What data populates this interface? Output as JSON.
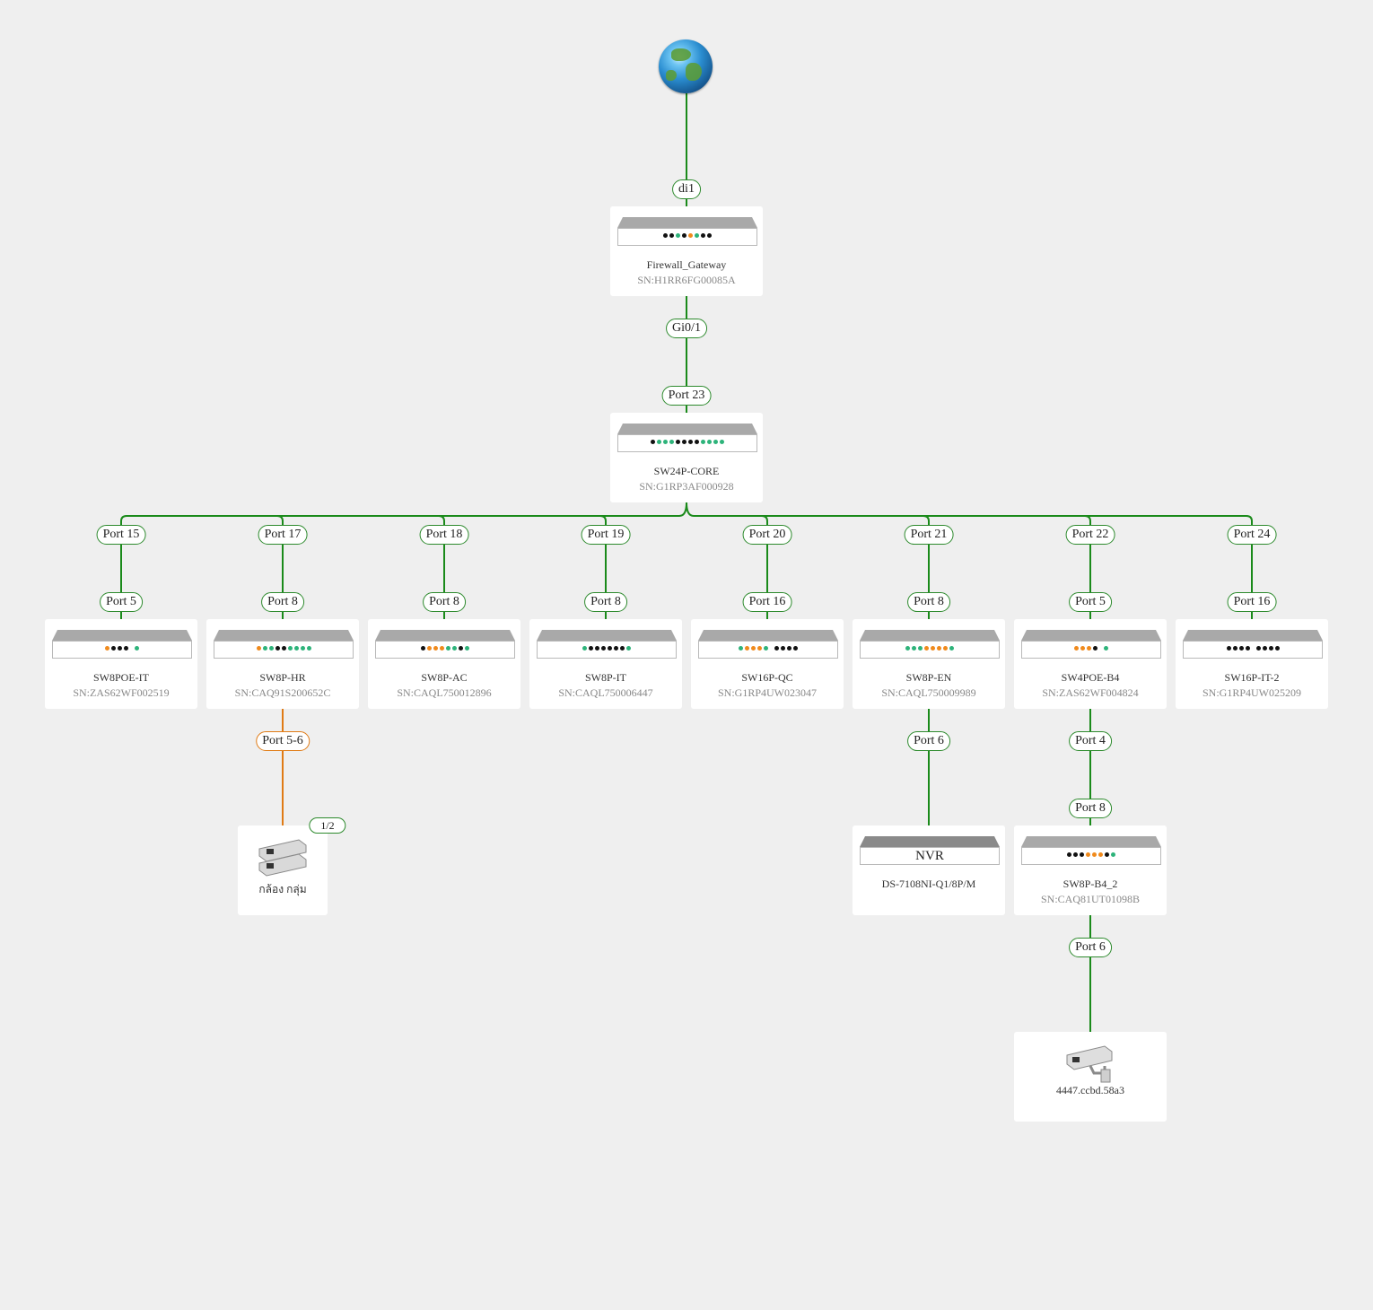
{
  "internet": {
    "icon": "globe-icon"
  },
  "colors": {
    "link": "#1a8a1a",
    "link_alt": "#e07b15",
    "green_led": "#2db37a",
    "orange_led": "#f08a1c",
    "black_led": "#111111"
  },
  "links": {
    "wan_label": "di1",
    "fw_down_label": "Gi0/1",
    "core_up_label": "Port 23",
    "branches": [
      {
        "up": "Port 15",
        "down": "Port 5"
      },
      {
        "up": "Port 17",
        "down": "Port 8"
      },
      {
        "up": "Port 18",
        "down": "Port 8"
      },
      {
        "up": "Port 19",
        "down": "Port 8"
      },
      {
        "up": "Port 20",
        "down": "Port 16"
      },
      {
        "up": "Port 21",
        "down": "Port 8"
      },
      {
        "up": "Port 22",
        "down": "Port 5"
      },
      {
        "up": "Port 24",
        "down": "Port 16"
      }
    ],
    "hr_camera_label": "Port 5-6",
    "en_nvr_label": "Port 6",
    "b4_down_label": "Port 4",
    "b4_2_up_label": "Port 8",
    "b4_2_down_label": "Port 6"
  },
  "devices": {
    "firewall": {
      "name": "Firewall_Gateway",
      "sn": "SN:H1RR6FG00085A",
      "leds": "kkgkogkk"
    },
    "core": {
      "name": "SW24P-CORE",
      "sn": "SN:G1RP3AF000928",
      "leds": "kgggkkkkgggg"
    },
    "access": [
      {
        "name": "SW8POE-IT",
        "sn": "SN:ZAS62WF002519",
        "leds": "okkk g"
      },
      {
        "name": "SW8P-HR",
        "sn": "SN:CAQ91S200652C",
        "leds": "oggkkgggg"
      },
      {
        "name": "SW8P-AC",
        "sn": "SN:CAQL750012896",
        "leds": "koooggkg"
      },
      {
        "name": "SW8P-IT",
        "sn": "SN:CAQL750006447",
        "leds": "gkkkkkkg"
      },
      {
        "name": "SW16P-QC",
        "sn": "SN:G1RP4UW023047",
        "leds": "gooog kkkk"
      },
      {
        "name": "SW8P-EN",
        "sn": "SN:CAQL750009989",
        "leds": "gggoooog"
      },
      {
        "name": "SW4POE-B4",
        "sn": "SN:ZAS62WF004824",
        "leds": "oook g"
      },
      {
        "name": "SW16P-IT-2",
        "sn": "SN:G1RP4UW025209",
        "leds": "kkkk kkkk"
      }
    ],
    "nvr": {
      "label": "NVR",
      "model": "DS-7108NI-Q1/8P/M"
    },
    "b4_2": {
      "name": "SW8P-B4_2",
      "sn": "SN:CAQ81UT01098B",
      "leds": "kkkoookg"
    },
    "camera_group": {
      "label": "กล้อง กลุ่ม",
      "count": "1/2",
      "icon": "camera-group-icon"
    },
    "camera": {
      "label": "4447.ccbd.58a3",
      "icon": "camera-icon"
    }
  }
}
